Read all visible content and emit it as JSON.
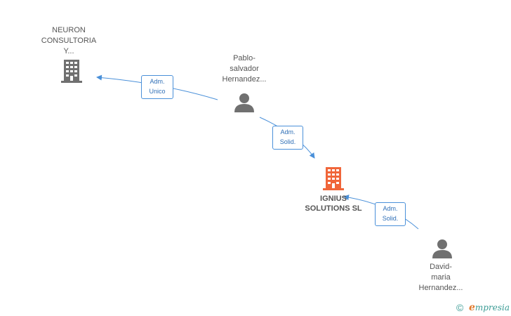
{
  "nodes": {
    "neuron": {
      "label_lines": [
        "NEURON",
        "CONSULTORIA",
        "Y..."
      ],
      "type": "company",
      "color": "#707070"
    },
    "pablo": {
      "label_lines": [
        "Pablo-",
        "salvador",
        "Hernandez..."
      ],
      "type": "person",
      "color": "#707070"
    },
    "ignius": {
      "label_lines": [
        "IGNIUS",
        "SOLUTIONS SL"
      ],
      "type": "company",
      "color": "#f0663a"
    },
    "david": {
      "label_lines": [
        "David-",
        "maria",
        "Hernandez..."
      ],
      "type": "person",
      "color": "#707070"
    }
  },
  "edges": {
    "pablo_neuron": {
      "line1": "Adm.",
      "line2": "Unico"
    },
    "pablo_ignius": {
      "line1": "Adm.",
      "line2": "Solid."
    },
    "david_ignius": {
      "line1": "Adm.",
      "line2": "Solid."
    }
  },
  "colors": {
    "edge": "#4a90d9",
    "edge_text": "#2f6fb7"
  },
  "footer": {
    "copyright": "©",
    "brand_initial": "e",
    "brand_rest": "mpresia"
  }
}
